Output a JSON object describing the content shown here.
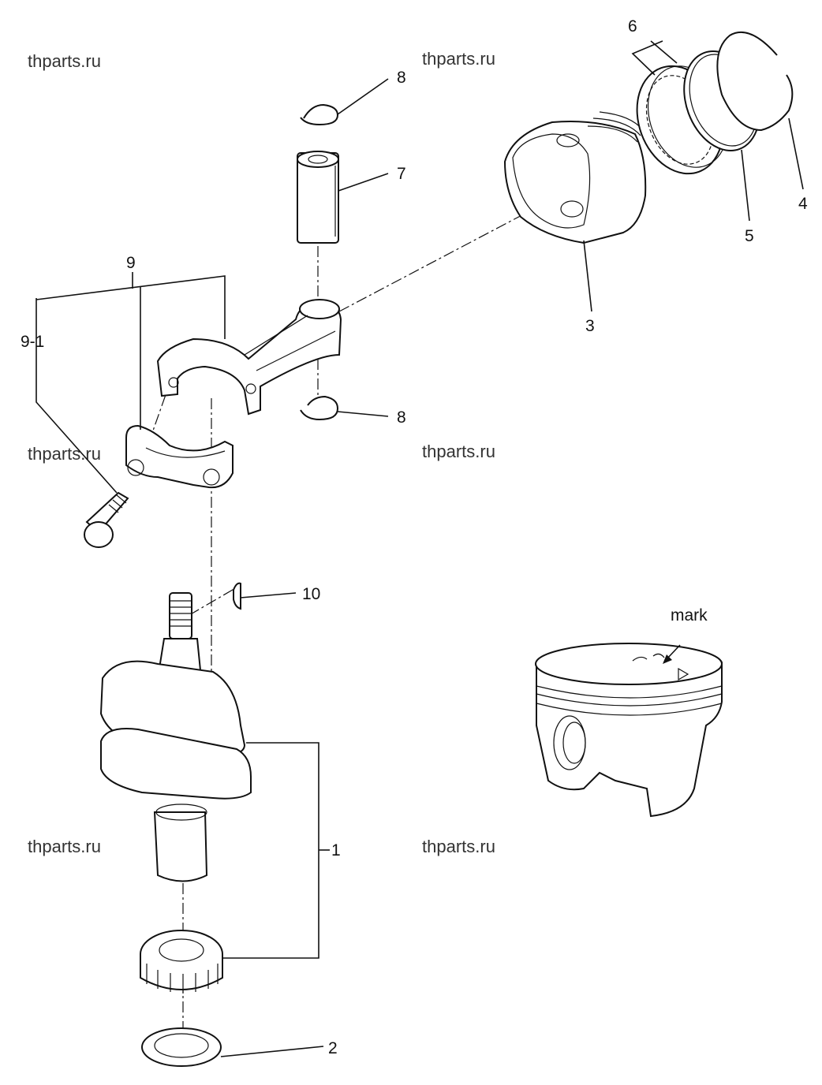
{
  "watermark": "thparts.ru",
  "labels": {
    "crankshaft": "1",
    "washer": "2",
    "piston": "3",
    "ring_top": "4",
    "ring_second": "5",
    "oil_ring": "6",
    "piston_pin": "7",
    "clip_top": "8",
    "clip_bottom": "8",
    "conrod_assy": "9",
    "conrod_bolt": "9-1",
    "key": "10",
    "mark": "mark"
  },
  "colors": {
    "ink": "#111111",
    "background": "#ffffff"
  }
}
